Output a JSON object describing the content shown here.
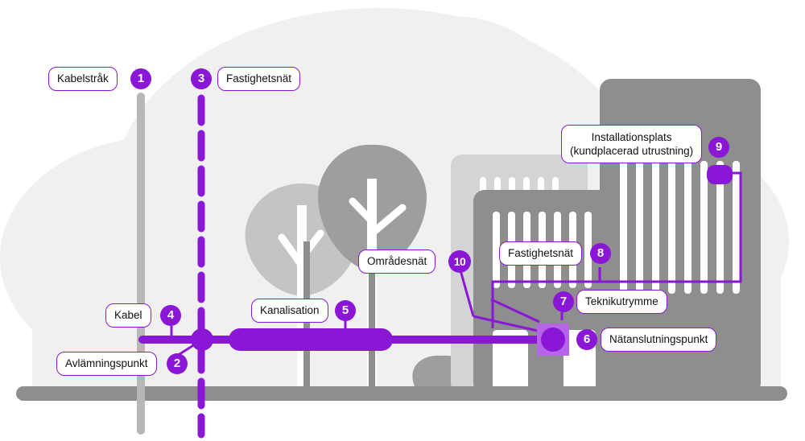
{
  "colors": {
    "accent": "#8a16d6",
    "accent_light": "#b566e6",
    "ground": "#8e8e8e",
    "building_dark": "#8e8e8e",
    "building_light": "#d4d4d4",
    "tree_dark": "#9e9e9e",
    "tree_light": "#c4c4c4",
    "background_cloud": "#f0f0f0"
  },
  "callouts": [
    {
      "number": "1",
      "label": "Kabelstråk"
    },
    {
      "number": "2",
      "label": "Avlämningspunkt"
    },
    {
      "number": "3",
      "label": "Fastighetsnät"
    },
    {
      "number": "4",
      "label": "Kabel"
    },
    {
      "number": "5",
      "label": "Kanalisation"
    },
    {
      "number": "6",
      "label": "Nätanslutningspunkt"
    },
    {
      "number": "7",
      "label": "Teknikutrymme"
    },
    {
      "number": "8",
      "label": "Fastighetsnät"
    },
    {
      "number": "9",
      "label": "Installationsplats (kundplacerad utrustning)",
      "line1": "Installationsplats",
      "line2": "(kundplacerad utrustning)"
    },
    {
      "number": "10",
      "label": "Områdesnät"
    }
  ]
}
